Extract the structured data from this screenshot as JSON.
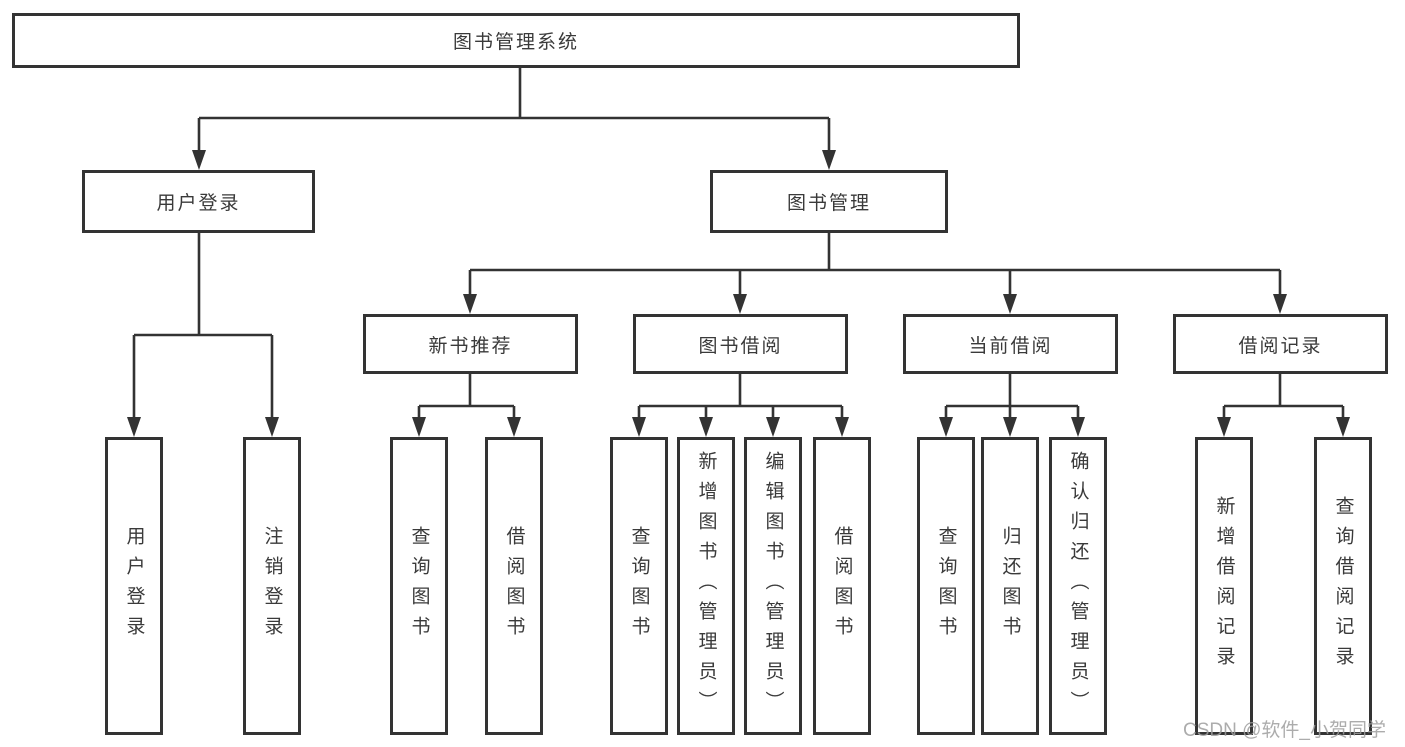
{
  "diagram_type": "hierarchy-tree",
  "colors": {
    "line": "#333333",
    "box_border": "#333333",
    "text": "#3a3a3a",
    "watermark_text": "#9e9e9e",
    "background": "#ffffff"
  },
  "watermark": {
    "text": "CSDN @软件_小贺同学"
  },
  "tree": {
    "label": "图书管理系统",
    "children": [
      {
        "label": "用户登录",
        "children": [
          {
            "label": "用户登录"
          },
          {
            "label": "注销登录"
          }
        ]
      },
      {
        "label": "图书管理",
        "children": [
          {
            "label": "新书推荐",
            "children": [
              {
                "label": "查询图书"
              },
              {
                "label": "借阅图书"
              }
            ]
          },
          {
            "label": "图书借阅",
            "children": [
              {
                "label": "查询图书"
              },
              {
                "label": "新增图书（管理员）"
              },
              {
                "label": "编辑图书（管理员）"
              },
              {
                "label": "借阅图书"
              }
            ]
          },
          {
            "label": "当前借阅",
            "children": [
              {
                "label": "查询图书"
              },
              {
                "label": "归还图书"
              },
              {
                "label": "确认归还（管理员）"
              }
            ]
          },
          {
            "label": "借阅记录",
            "children": [
              {
                "label": "新增借阅记录"
              },
              {
                "label": "查询借阅记录"
              }
            ]
          }
        ]
      }
    ]
  }
}
